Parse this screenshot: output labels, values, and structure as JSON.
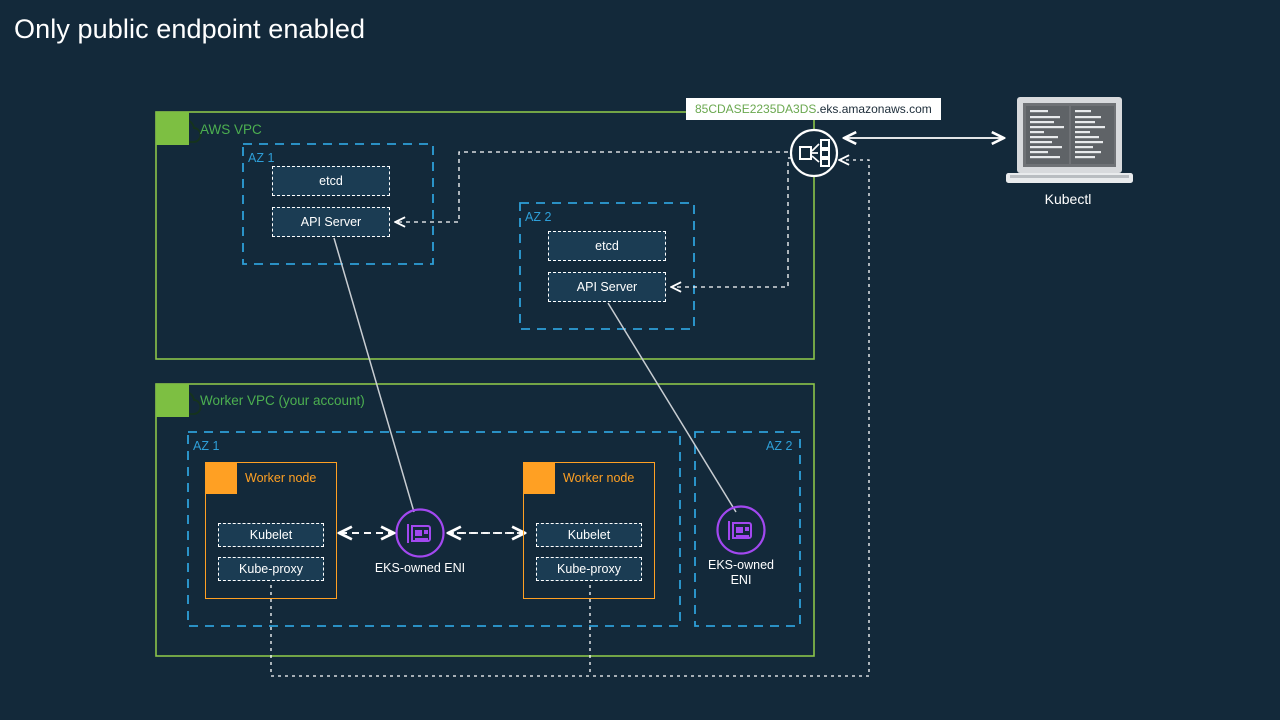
{
  "page": {
    "title": "Only public endpoint enabled",
    "background_color": "#13293a"
  },
  "colors": {
    "vpc_green": "#7dbf42",
    "vpc_label_green": "#4caf50",
    "az_blue": "#2e9fd8",
    "worker_orange": "#ffa023",
    "eni_purple": "#a248f0",
    "box_fill": "#1b3c53",
    "connector_white": "#ffffff",
    "endpoint_id_green": "#6aa84f"
  },
  "endpoint": {
    "chip_id": "85CDASE2235DA3DS",
    "chip_domain": ".eks.amazonaws.com",
    "icon": "endpoint-distribution-icon"
  },
  "kubectl": {
    "label": "Kubectl",
    "icon": "laptop-terminal-icon"
  },
  "aws_vpc": {
    "label": "AWS VPC",
    "icon": "vpc-cloud-lock-icon",
    "zones": [
      {
        "label": "AZ 1",
        "components": [
          {
            "label": "etcd"
          },
          {
            "label": "API Server"
          }
        ]
      },
      {
        "label": "AZ 2",
        "components": [
          {
            "label": "etcd"
          },
          {
            "label": "API Server"
          }
        ]
      }
    ]
  },
  "worker_vpc": {
    "label": "Worker VPC (your account)",
    "icon": "vpc-cloud-lock-icon",
    "zones": [
      {
        "label": "AZ 1",
        "worker_nodes": [
          {
            "label": "Worker node",
            "icon": "cpu-chip-icon",
            "components": [
              {
                "label": "Kubelet"
              },
              {
                "label": "Kube-proxy"
              }
            ]
          },
          {
            "label": "Worker node",
            "icon": "cpu-chip-icon",
            "components": [
              {
                "label": "Kubelet"
              },
              {
                "label": "Kube-proxy"
              }
            ]
          }
        ],
        "enis": [
          {
            "label": "EKS-owned ENI",
            "icon": "network-card-icon"
          }
        ]
      },
      {
        "label": "AZ 2",
        "worker_nodes": [],
        "enis": [
          {
            "label": "EKS-owned\nENI",
            "icon": "network-card-icon"
          }
        ]
      }
    ]
  }
}
